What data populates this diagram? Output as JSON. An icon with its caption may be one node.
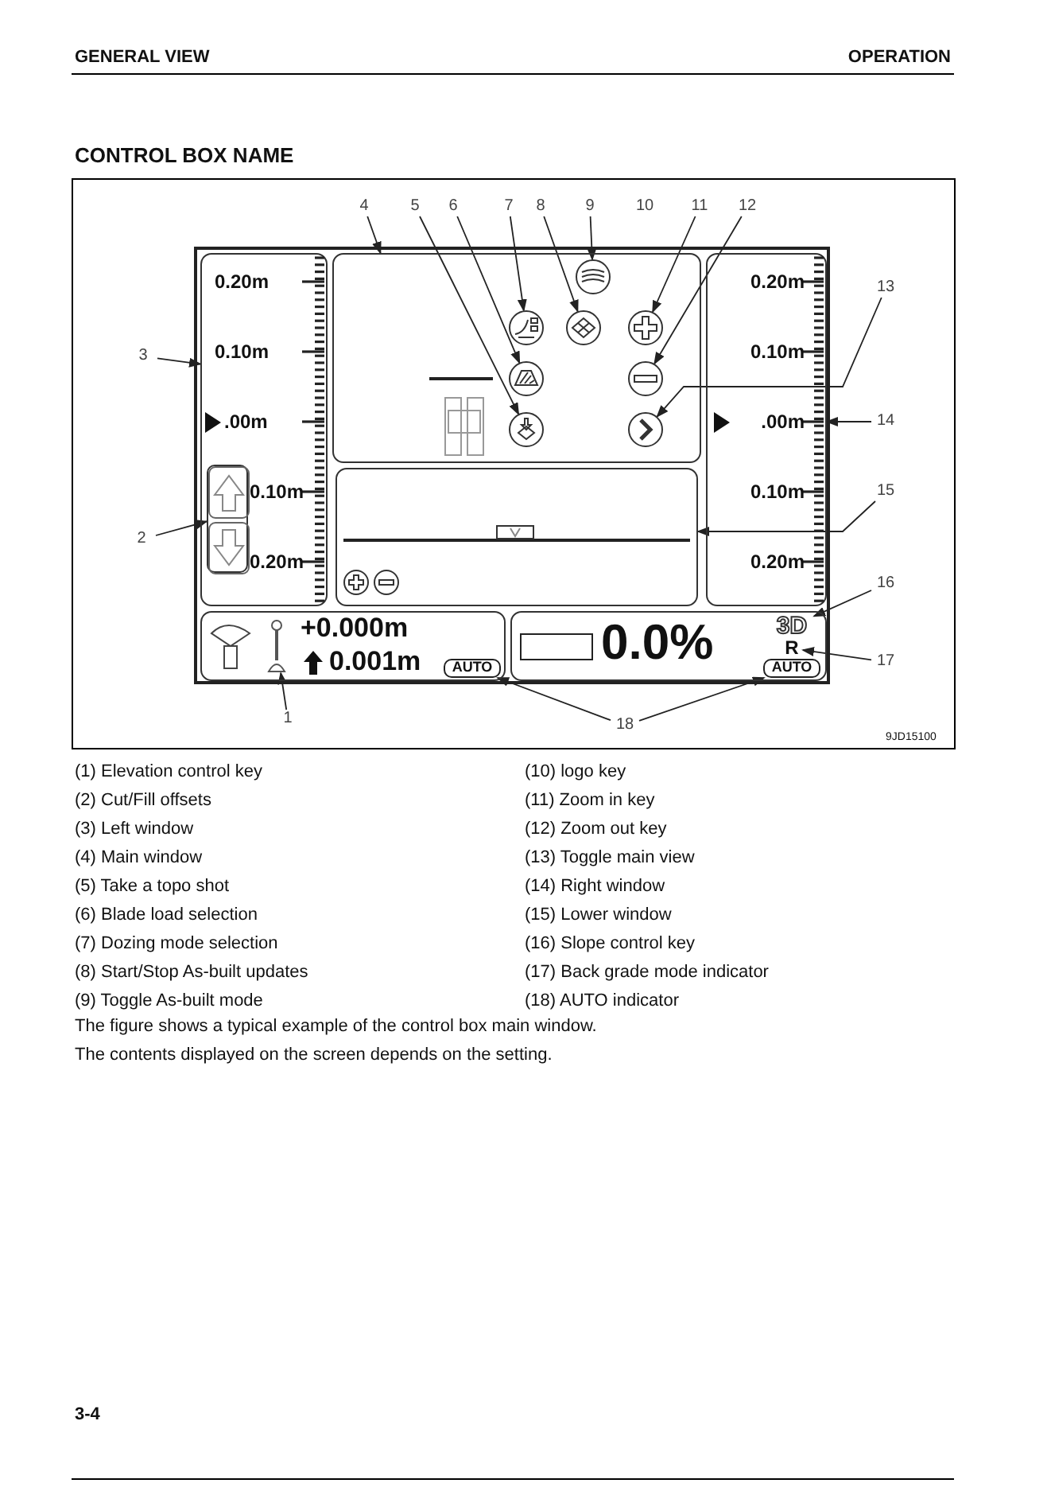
{
  "diagram": {
    "title": "CONTROL BOX NAME",
    "nodes": [
      {
        "text": [],
        "shape": "box"
      },
      {
        "text": [
          "0.20m",
          "0.10m",
          ".00m",
          "0.10m",
          "0.20m"
        ],
        "in": 0
      },
      {
        "text": [],
        "shape": "box",
        "in": 1
      },
      {
        "text": [],
        "shape": "box",
        "in": 0
      },
      {
        "text": [],
        "shape": "circle",
        "in": 3
      },
      {
        "text": [],
        "shape": "circle",
        "in": 3
      },
      {
        "text": [],
        "shape": "circle",
        "in": 3
      },
      {
        "text": [],
        "shape": "circle",
        "in": 3
      },
      {
        "text": [],
        "shape": "circle",
        "in": 3
      },
      {
        "text": [],
        "shape": "circle",
        "in": 3
      },
      {
        "text": [],
        "shape": "circle",
        "in": 3
      },
      {
        "text": [],
        "shape": "circle",
        "in": 3
      },
      {
        "text": [
          "0.20m",
          "0.10m",
          ".00m",
          "0.10m",
          "0.20m"
        ],
        "in": 0
      },
      {
        "text": [],
        "shape": "box",
        "in": 0
      },
      {
        "text": [
          "+0.000m",
          "0.001m"
        ],
        "in": 0
      },
      {
        "text": [],
        "shape": "antenna",
        "in": 14
      },
      {
        "text": [
          "AUTO"
        ],
        "in": 14
      },
      {
        "text": [
          "0.0%"
        ],
        "in": 0
      },
      {
        "text": [
          "3D"
        ],
        "in": 17
      },
      {
        "text": [
          "R"
        ],
        "in": 17
      },
      {
        "text": [
          "AUTO"
        ],
        "in": 17
      },
      {
        "text": [
          "1"
        ]
      },
      {
        "text": [
          "2"
        ]
      },
      {
        "text": [
          "3"
        ]
      },
      {
        "text": [
          "4"
        ]
      },
      {
        "text": [
          "5"
        ]
      },
      {
        "text": [
          "6"
        ]
      },
      {
        "text": [
          "7"
        ]
      },
      {
        "text": [
          "8"
        ]
      },
      {
        "text": [
          "9"
        ]
      },
      {
        "text": [
          "11"
        ]
      },
      {
        "text": [
          "12"
        ]
      },
      {
        "text": [
          "13"
        ]
      },
      {
        "text": [
          "14"
        ]
      },
      {
        "text": [
          "15"
        ]
      },
      {
        "text": [
          "16"
        ]
      },
      {
        "text": [
          "17"
        ]
      },
      {
        "text": [
          "18"
        ]
      }
    ],
    "edges": [
      {
        "from": 21,
        "to": 15,
        "arrow": "to"
      },
      {
        "from": 22,
        "to": 2,
        "arrow": "to"
      },
      {
        "from": 23,
        "to": 1,
        "arrow": "to"
      },
      {
        "from": 24,
        "to": 3,
        "arrow": "to"
      },
      {
        "from": 25,
        "to": 4,
        "arrow": "to"
      },
      {
        "from": 26,
        "to": 5,
        "arrow": "to"
      },
      {
        "from": 27,
        "to": 6,
        "arrow": "to"
      },
      {
        "from": 28,
        "to": 7,
        "arrow": "to"
      },
      {
        "from": 29,
        "to": 8,
        "arrow": "to"
      },
      {
        "from": 30,
        "to": 9,
        "arrow": "to"
      },
      {
        "from": 31,
        "to": 10,
        "arrow": "to"
      },
      {
        "from": 32,
        "to": 11,
        "arrow": "to"
      },
      {
        "from": 33,
        "to": 12,
        "arrow": "to"
      },
      {
        "from": 34,
        "to": 13,
        "arrow": "to"
      },
      {
        "from": 35,
        "to": 18,
        "arrow": "to"
      },
      {
        "from": 36,
        "to": 19,
        "arrow": "to"
      },
      {
        "from": 37,
        "to": 16,
        "arrow": "to"
      },
      {
        "from": 37,
        "to": 20,
        "arrow": "to"
      }
    ],
    "labels": [
      "GENERAL VIEW",
      "OPERATION",
      "10",
      "9JD15100",
      "(1) Elevation control key",
      "(10) logo key",
      "(2) Cut/Fill offsets",
      "(11) Zoom in key",
      "(3) Left window",
      "(12) Zoom out key",
      "(4) Main window",
      "(13) Toggle main view",
      "(5) Take a topo shot",
      "(14) Right window",
      "(6) Blade load selection",
      "(15) Lower window",
      "(7) Dozing mode selection",
      "(16) Slope control key",
      "(8) Start/Stop As-built updates",
      "(17) Back grade mode indicator",
      "(9) Toggle As-built mode",
      "(18) AUTO indicator",
      "The figure shows a typical example of the control box main window.",
      "The contents displayed on the screen depends on the setting.",
      "3-4"
    ]
  }
}
